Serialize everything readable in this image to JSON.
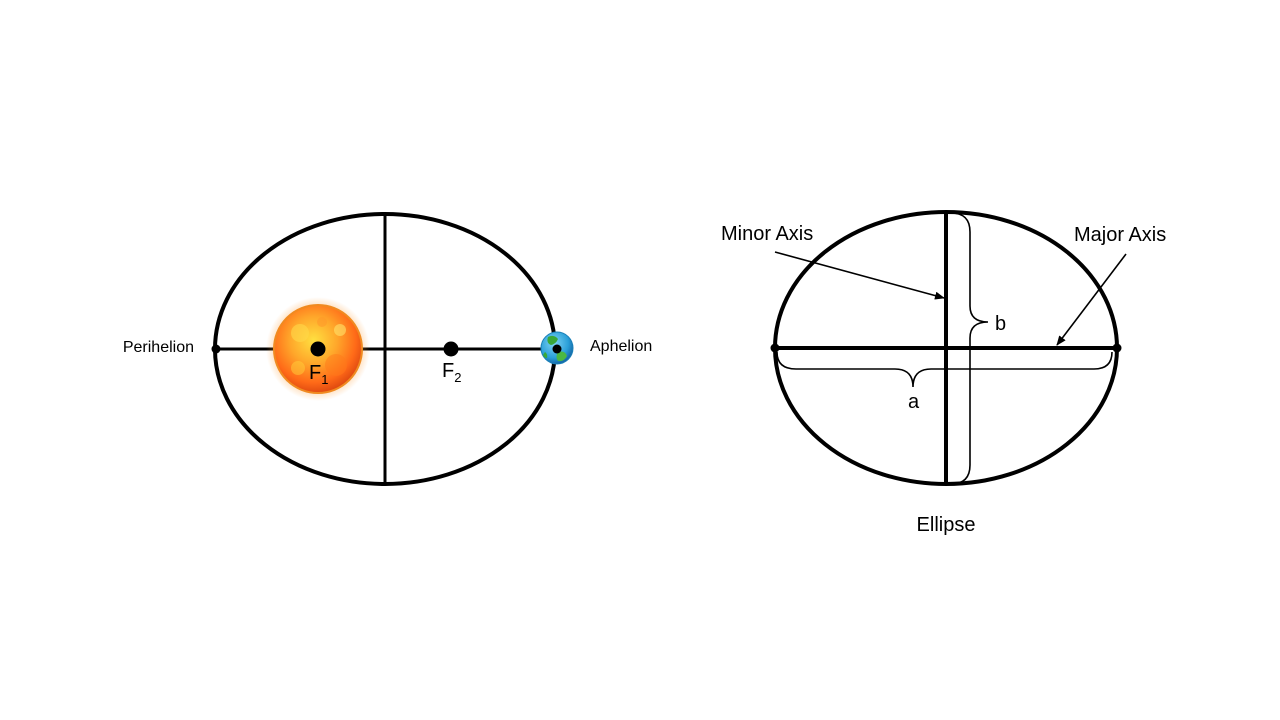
{
  "orbit_diagram": {
    "perihelion_label": "Perihelion",
    "aphelion_label": "Aphelion",
    "focus1": {
      "letter": "F",
      "subscript": "1"
    },
    "focus2": {
      "letter": "F",
      "subscript": "2"
    },
    "sun_colors": {
      "core": "#ffe040",
      "mid": "#ff8a1e",
      "rim": "#e04a10"
    },
    "earth_colors": {
      "ocean": "#2a9fd8",
      "land": "#3aa83a"
    }
  },
  "ellipse_diagram": {
    "minor_axis_label": "Minor Axis",
    "major_axis_label": "Major Axis",
    "semi_minor_label": "b",
    "semi_major_label": "a",
    "caption": "Ellipse"
  },
  "colors": {
    "stroke": "#000000",
    "background": "#ffffff"
  }
}
